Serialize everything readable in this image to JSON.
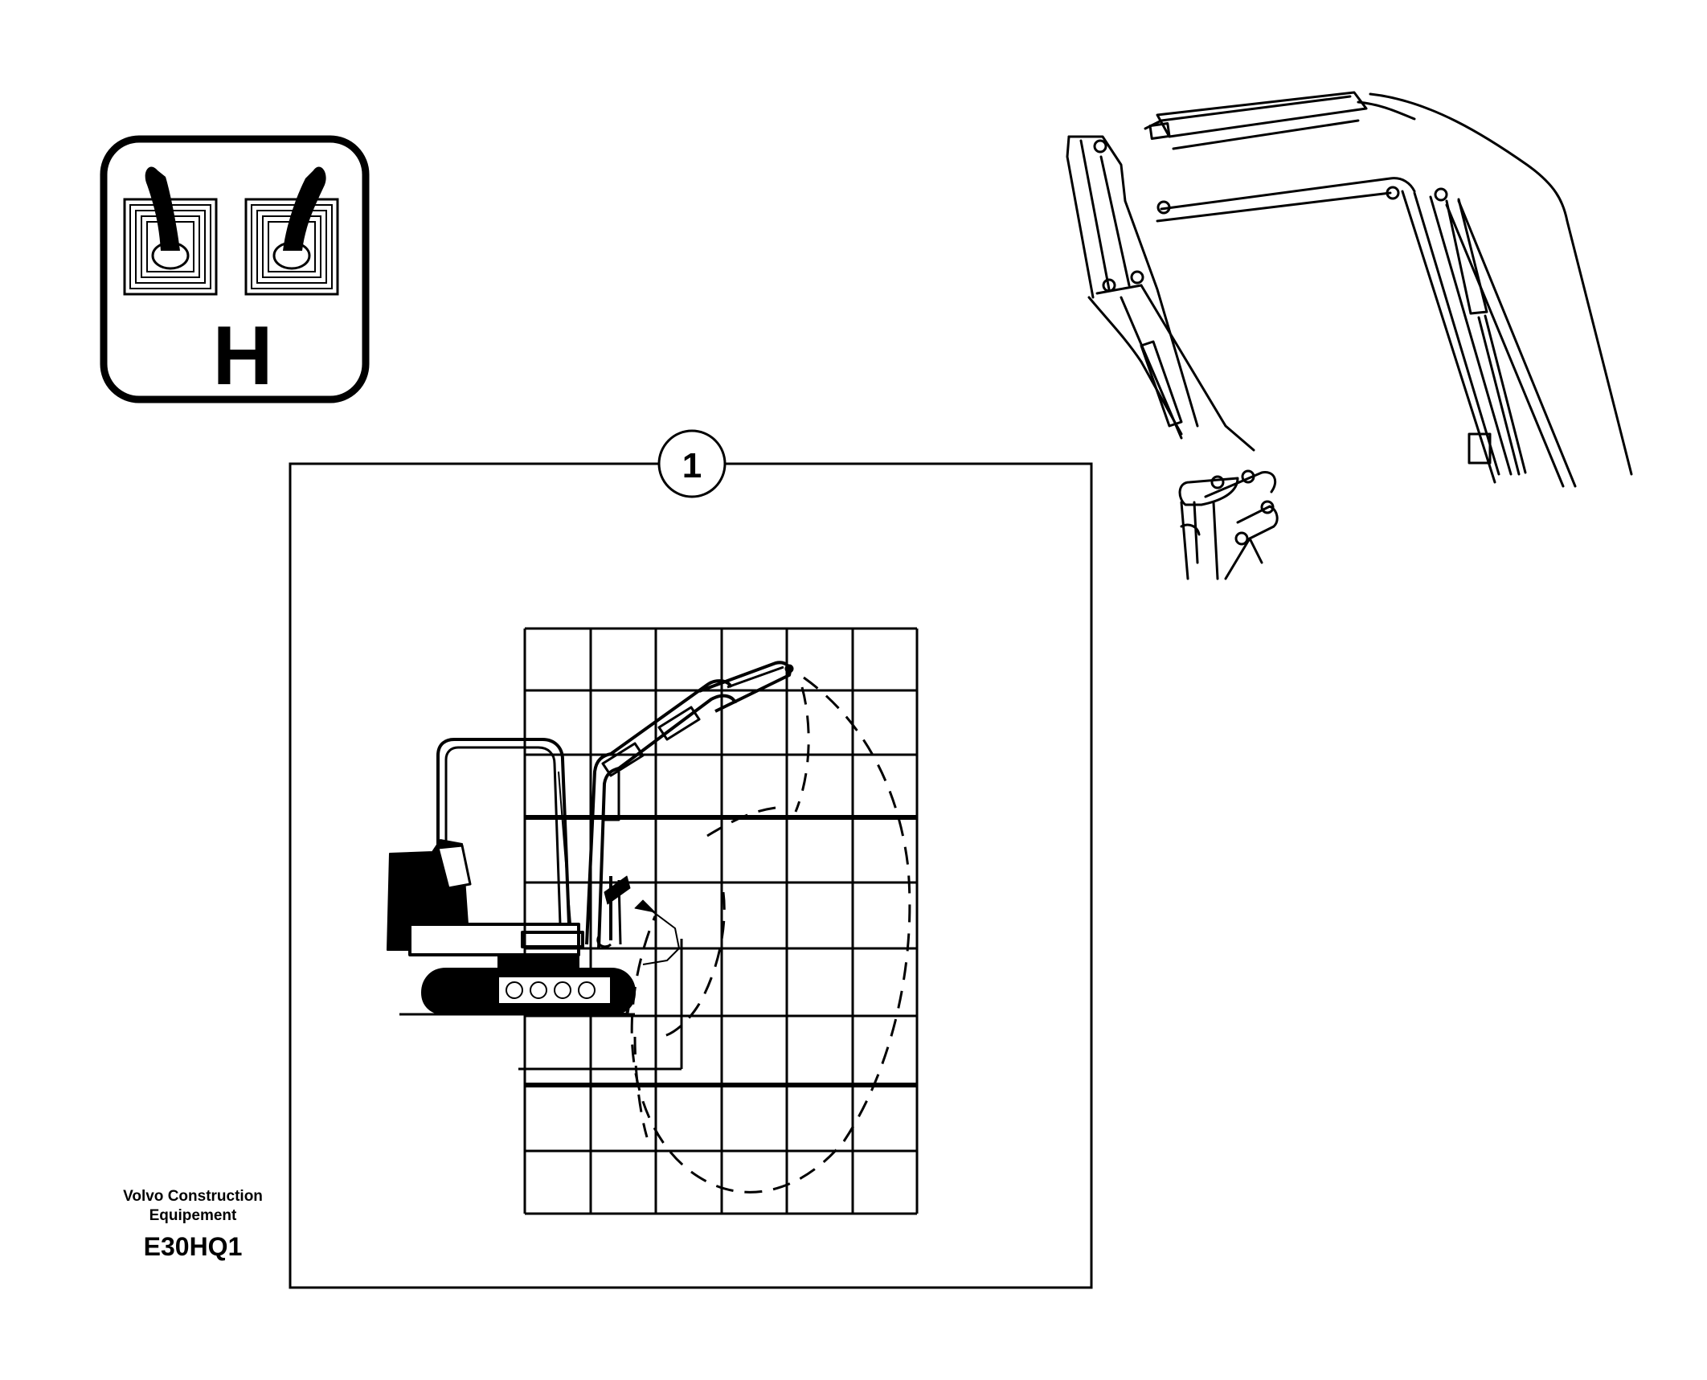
{
  "pattern_symbol": {
    "letter": "H",
    "icon": "dual-joystick-control-pattern-icon"
  },
  "callout": {
    "number": "1"
  },
  "footer": {
    "maker_line1": "Volvo Construction",
    "maker_line2": "Equipement",
    "code": "E30HQ1"
  }
}
